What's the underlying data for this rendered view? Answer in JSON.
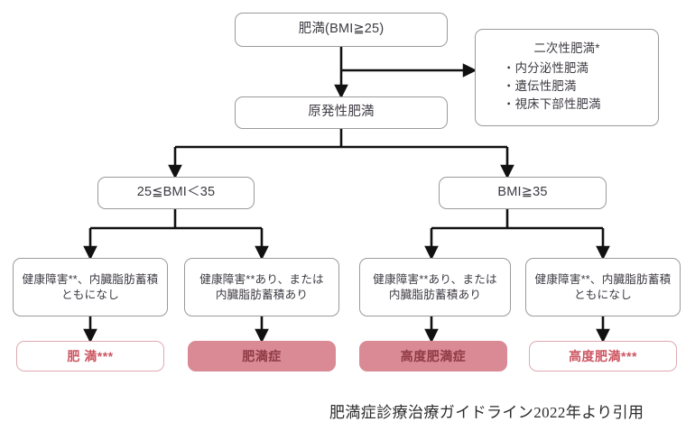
{
  "diagram": {
    "title_caption": "肥満症診療治療ガイドライン2022年より引用",
    "colors": {
      "node_border": "#9a9a9a",
      "node_text": "#3d3a42",
      "outcome_fill": "#d98a95",
      "outcome_fill_text": "#8f3a44",
      "outcome_hollow_border": "#deaab2",
      "outcome_hollow_text": "#cc5560",
      "connector": "#111111"
    },
    "nodes": {
      "root": "肥満(BMI≧25)",
      "secondary": {
        "title": "二次性肥満*",
        "items": [
          "・内分泌性肥満",
          "・遺伝性肥満",
          "・視床下部性肥満"
        ]
      },
      "primary": "原発性肥満",
      "bmi_left": "25≦BMI＜35",
      "bmi_right": "BMI≧35",
      "criteria": [
        {
          "line1": "健康障害**、内臓脂肪蓄積",
          "line2": "ともになし"
        },
        {
          "line1": "健康障害**あり、または",
          "line2": "内臓脂肪蓄積あり"
        },
        {
          "line1": "健康障害**あり、または",
          "line2": "内臓脂肪蓄積あり"
        },
        {
          "line1": "健康障害**、内臓脂肪蓄積",
          "line2": "ともになし"
        }
      ],
      "outcomes": [
        {
          "label": "肥 満***",
          "style": "hollow"
        },
        {
          "label": "肥満症",
          "style": "filled"
        },
        {
          "label": "高度肥満症",
          "style": "filled"
        },
        {
          "label": "高度肥満***",
          "style": "hollow"
        }
      ]
    }
  }
}
